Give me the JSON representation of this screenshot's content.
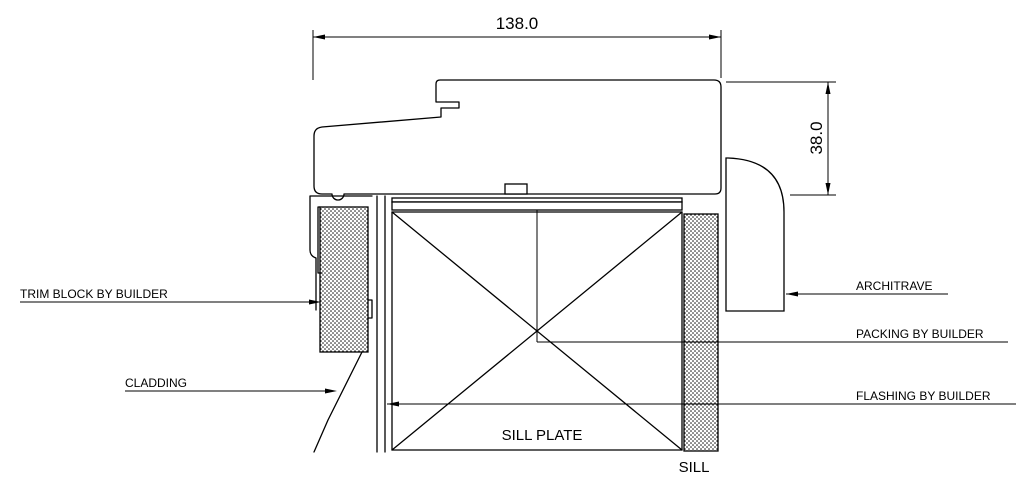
{
  "dimensions": {
    "width_value": "138.0",
    "height_value": "38.0"
  },
  "labels": {
    "trim_block": "TRIM BLOCK BY BUILDER",
    "cladding": "CLADDING",
    "architrave": "ARCHITRAVE",
    "packing": "PACKING BY BUILDER",
    "flashing": "FLASHING BY BUILDER",
    "sill_plate": "SILL PLATE",
    "sill": "SILL"
  },
  "colors": {
    "line": "#000000",
    "background": "#ffffff"
  }
}
